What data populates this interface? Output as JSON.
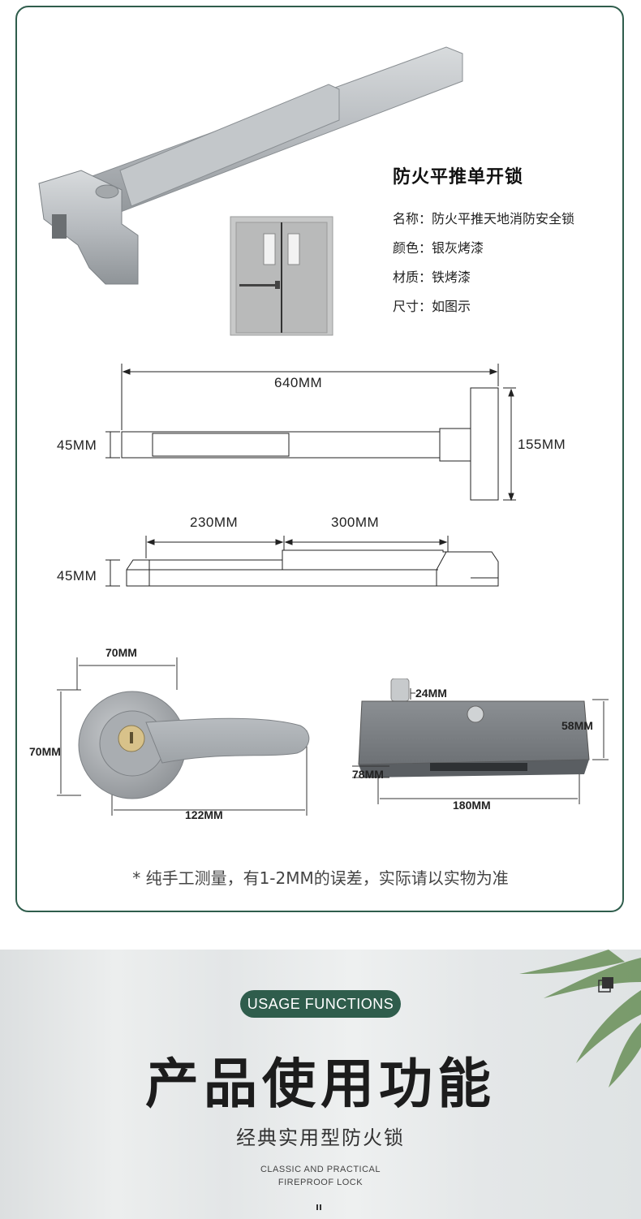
{
  "product": {
    "title": "防火平推单开锁",
    "specs": [
      {
        "label": "名称：",
        "value": "防火平推天地消防安全锁"
      },
      {
        "label": "颜色：",
        "value": "银灰烤漆"
      },
      {
        "label": "材质：",
        "value": "铁烤漆"
      },
      {
        "label": "尺寸：",
        "value": "如图示"
      }
    ]
  },
  "dimensions": {
    "bar_length": "640MM",
    "bar_height": "45MM",
    "bar_end_height": "155MM",
    "side_segment_a": "230MM",
    "side_segment_b": "300MM",
    "side_height": "45MM",
    "handle_width": "70MM",
    "handle_height": "70MM",
    "handle_length": "122MM",
    "box_pin": "24MM",
    "box_height": "58MM",
    "box_depth": "78MM",
    "box_length": "180MM"
  },
  "note": "* 纯手工测量，有1-2MM的误差，实际请以实物为准",
  "banner": {
    "pill": "USAGE FUNCTIONS",
    "title": "产品使用功能",
    "subtitle": "经典实用型防火锁",
    "english_line1": "CLASSIC AND PRACTICAL",
    "english_line2": "FIREPROOF LOCK"
  },
  "colors": {
    "brand_green": "#2f5d4c",
    "metal": "#b4b8bc"
  },
  "icons": [
    "corner-square-icon",
    "divider-dash-icon"
  ]
}
